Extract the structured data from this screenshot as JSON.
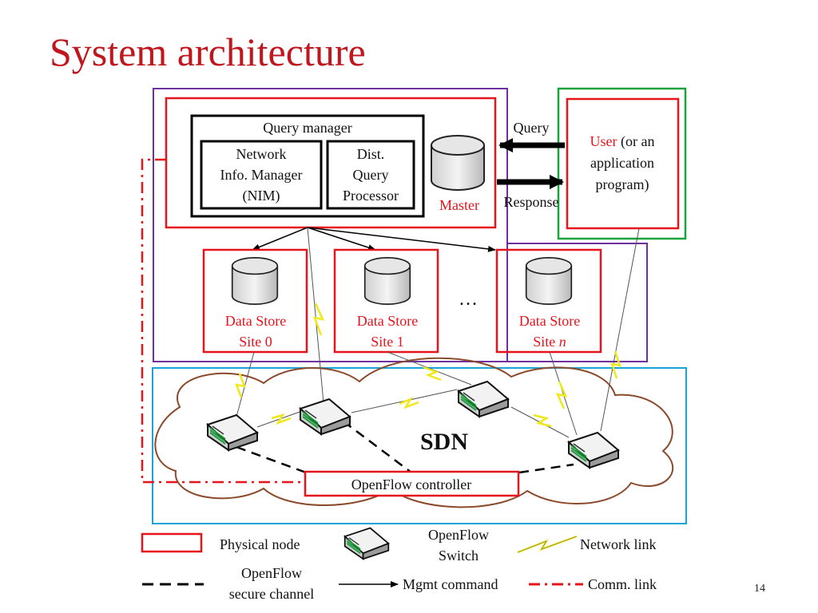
{
  "slide": {
    "title": "System architecture",
    "page_number": "14"
  },
  "diagram": {
    "query_manager": {
      "title": "Query manager",
      "nim": [
        "Network",
        "Info. Manager",
        "(NIM)"
      ],
      "dqp": [
        "Dist.",
        "Query",
        "Processor"
      ]
    },
    "master_label": "Master",
    "query_arrow_label": "Query",
    "response_arrow_label": "Response",
    "user": {
      "line1_red": "User",
      "line1_rest": " (or an",
      "line2": "application",
      "line3": "program)"
    },
    "data_stores": [
      {
        "line1": "Data Store",
        "line2": "Site 0",
        "italic_suffix": ""
      },
      {
        "line1": "Data Store",
        "line2": "Site 1",
        "italic_suffix": ""
      },
      {
        "line1": "Data Store",
        "line2": "Site ",
        "italic_suffix": "n"
      }
    ],
    "ellipsis": "…",
    "sdn_label": "SDN",
    "openflow_controller": "OpenFlow controller",
    "colors": {
      "physical_node": "#e8141c",
      "master_region": "#6f2f9f",
      "user_region": "#19a33a",
      "sdn_region": "#1aa3d8",
      "cloud": "#8b4a2b",
      "network_link": "#f0e81a"
    }
  },
  "legend": {
    "physical_node": "Physical node",
    "openflow_switch": [
      "OpenFlow",
      "Switch"
    ],
    "network_link": "Network link",
    "secure_channel": [
      "OpenFlow",
      "secure channel"
    ],
    "mgmt_command": "Mgmt command",
    "comm_link": "Comm. link"
  }
}
